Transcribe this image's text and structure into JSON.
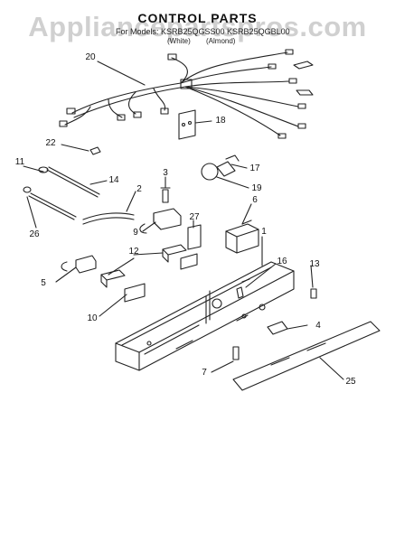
{
  "header": {
    "watermark": "Appliancepartspros.com",
    "title": "CONTROL PARTS",
    "model_line": "For Models: KSRB25QGSS00  KSRB25QGBL00",
    "color_left": "(White)",
    "color_right": "(Almond)"
  },
  "callouts": [
    "20",
    "18",
    "22",
    "11",
    "14",
    "3",
    "2",
    "17",
    "19",
    "6",
    "27",
    "9",
    "26",
    "12",
    "1",
    "5",
    "16",
    "13",
    "10",
    "4",
    "7",
    "25"
  ]
}
